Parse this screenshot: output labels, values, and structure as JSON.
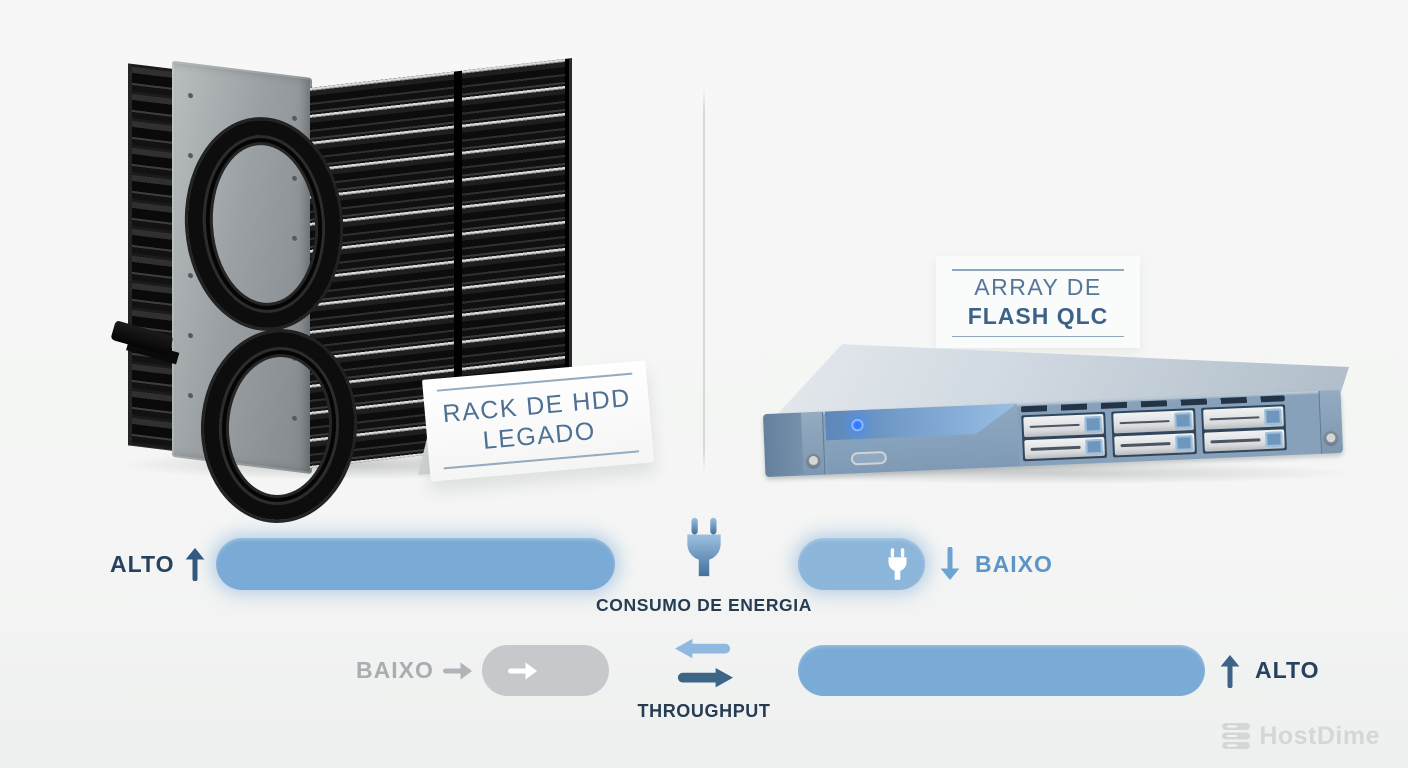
{
  "signs": {
    "hdd": {
      "line1": "RACK DE HDD",
      "line2": "LEGADO"
    },
    "flash": {
      "line1": "ARRAY DE",
      "line2": "FLASH QLC"
    }
  },
  "rows": {
    "energy": {
      "title": "CONSUMO DE ENERGIA",
      "icon": "power-plug",
      "left_label": "ALTO",
      "left_arrow": "up",
      "left_bar_width": 399,
      "right_label": "BAIXO",
      "right_arrow": "down",
      "right_bar_width": 127
    },
    "throughput": {
      "title": "THROUGHPUT",
      "icon": "transfer-arrows",
      "left_label": "BAIXO",
      "left_arrow": "right",
      "left_bar_width": 127,
      "right_label": "ALTO",
      "right_arrow": "up",
      "right_bar_width": 407
    }
  },
  "branding": {
    "logo_text": "HostDime",
    "logo_icon": "stacked-disks"
  },
  "colors": {
    "bar_blue": "#7aaad6",
    "bar_blue_light": "#8cb6da",
    "bar_gray": "#c6c9cc",
    "text_dark_navy": "#27425f",
    "text_blue": "#5e94c6",
    "text_gray": "#a8adb2",
    "title_dark": "#253c52",
    "sign_text_blue": "#4e7093"
  }
}
